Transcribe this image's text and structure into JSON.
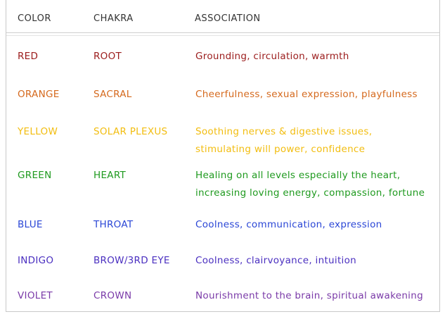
{
  "headers": {
    "color": "COLOR",
    "chakra": "CHAKRA",
    "association": "ASSOCIATION"
  },
  "rows": [
    {
      "color": "RED",
      "chakra": "ROOT",
      "association_lines": [
        "Grounding, circulation, warmth"
      ],
      "text_color": "#9b1c1c"
    },
    {
      "color": "ORANGE",
      "chakra": "SACRAL",
      "association_lines": [
        "Cheerfulness, sexual expression, playfulness"
      ],
      "text_color": "#d5691d"
    },
    {
      "color": "YELLOW",
      "chakra": "SOLAR PLEXUS",
      "association_lines": [
        "Soothing nerves & digestive issues,",
        "stimulating will power, confidence"
      ],
      "text_color": "#f2bd10"
    },
    {
      "color": "GREEN",
      "chakra": "HEART",
      "association_lines": [
        "Healing on all levels especially the heart,",
        "increasing loving energy, compassion, fortune"
      ],
      "text_color": "#1f9a1f"
    },
    {
      "color": "BLUE",
      "chakra": "THROAT",
      "association_lines": [
        "Coolness, communication, expression"
      ],
      "text_color": "#2a46d6"
    },
    {
      "color": "INDIGO",
      "chakra": "BROW/3RD EYE",
      "association_lines": [
        "Coolness, clairvoyance, intuition"
      ],
      "text_color": "#4a2fc0"
    },
    {
      "color": "VIOLET",
      "chakra": "CROWN",
      "association_lines": [
        "Nourishment to the brain, spiritual awakening"
      ],
      "text_color": "#7a3aa8"
    }
  ]
}
